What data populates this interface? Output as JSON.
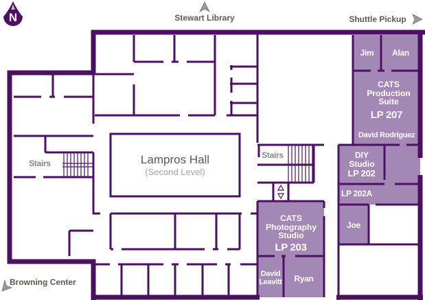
{
  "map": {
    "title": "Lampros Hall",
    "subtitle": "(Second Level)",
    "compass": "N",
    "directions": {
      "north": "Stewart Library",
      "northeast": "Shuttle Pickup",
      "southwest": "Browning Center"
    },
    "stairs_labels": [
      "Stairs",
      "Stairs"
    ],
    "rooms": [
      {
        "label": "Jim"
      },
      {
        "label": "Alan"
      },
      {
        "label": "CATS Production Suite",
        "number": "LP 207",
        "occupant": "David Rodriguez"
      },
      {
        "label": "DIY Studio",
        "number": "LP 202"
      },
      {
        "label": "LP 202A"
      },
      {
        "label": "Joe"
      },
      {
        "label": "CATS Photography Studio",
        "number": "LP 203"
      },
      {
        "label": "David Leavitt"
      },
      {
        "label": "Ryan"
      }
    ],
    "colors": {
      "wall": "#4b0f63",
      "highlight": "#a387b5"
    }
  }
}
